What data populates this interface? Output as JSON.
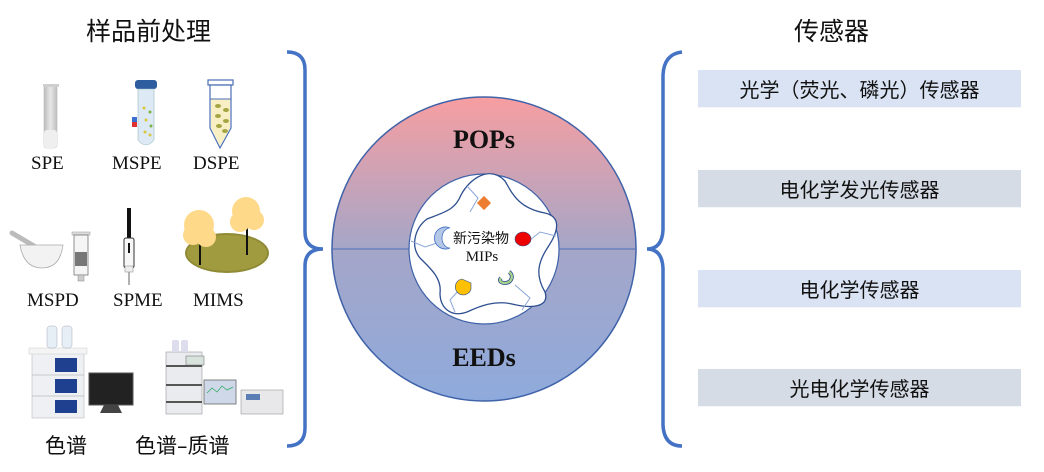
{
  "left_panel": {
    "title": "样品前处理",
    "methods": [
      {
        "label": "SPE",
        "icon": "spe-cartridge-icon"
      },
      {
        "label": "MSPE",
        "icon": "magnetic-tube-icon"
      },
      {
        "label": "DSPE",
        "icon": "dispersive-tube-icon"
      },
      {
        "label": "MSPD",
        "icon": "mortar-syringe-icon"
      },
      {
        "label": "SPME",
        "icon": "spme-fiber-icon"
      },
      {
        "label": "MIMS",
        "icon": "membrane-trees-icon"
      },
      {
        "label": "色谱",
        "icon": "chromatograph-icon"
      },
      {
        "label": "色谱–质谱",
        "icon": "lc-ms-icon"
      }
    ]
  },
  "center": {
    "top_label": "POPs",
    "bottom_label": "EEDs",
    "inner_label_1": "新污染物",
    "inner_label_2": "MIPs",
    "colors": {
      "top": "#f4a0a4",
      "bottom": "#8fabdc",
      "outline": "#3f62a8",
      "bracket": "#4472c4"
    }
  },
  "right_panel": {
    "title": "传感器",
    "sensors": [
      {
        "label": "光学（荧光、磷光）传感器",
        "color": "#dae3f3"
      },
      {
        "label": "电化学发光传感器",
        "color": "#d6dce5"
      },
      {
        "label": "电化学传感器",
        "color": "#dae3f3"
      },
      {
        "label": "光电化学传感器",
        "color": "#d6dce5"
      }
    ]
  }
}
